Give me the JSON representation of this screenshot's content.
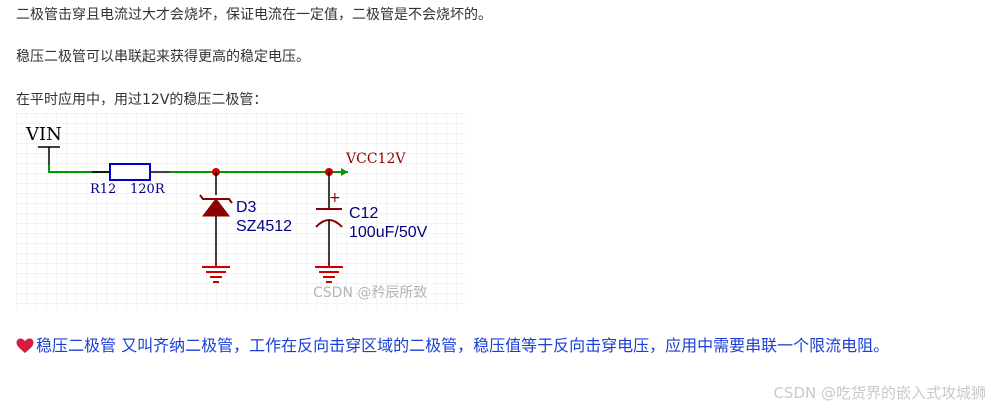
{
  "paragraphs": {
    "p1": "二极管击穿且电流过大才会烧坏，保证电流在一定值，二极管是不会烧坏的。",
    "p2": "稳压二极管可以串联起来获得更高的稳定电压。",
    "p3": "在平时应用中，用过12V的稳压二极管："
  },
  "circuit": {
    "vin_label": "VIN",
    "resistor_ref": "R12",
    "resistor_value": "120R",
    "net_label": "VCC12V",
    "diode_ref": "D3",
    "diode_part": "SZ4512",
    "cap_ref": "C12",
    "cap_value": "100uF/50V",
    "cap_polarity": "+",
    "watermark": "CSDN @矜辰所致",
    "colors": {
      "wire": "#009900",
      "junction": "#cc0000",
      "diode": "#8b0000",
      "ground": "#cc0000",
      "resistor": "#0000cc",
      "text_blue": "#000080"
    }
  },
  "note": {
    "icon": "heart-icon",
    "text": "稳压二极管 又叫齐纳二极管，工作在反向击穿区域的二极管，稳压值等于反向击穿电压，应用中需要串联一个限流电阻。"
  },
  "footer": {
    "watermark": "CSDN @吃货界的嵌入式攻城狮"
  }
}
